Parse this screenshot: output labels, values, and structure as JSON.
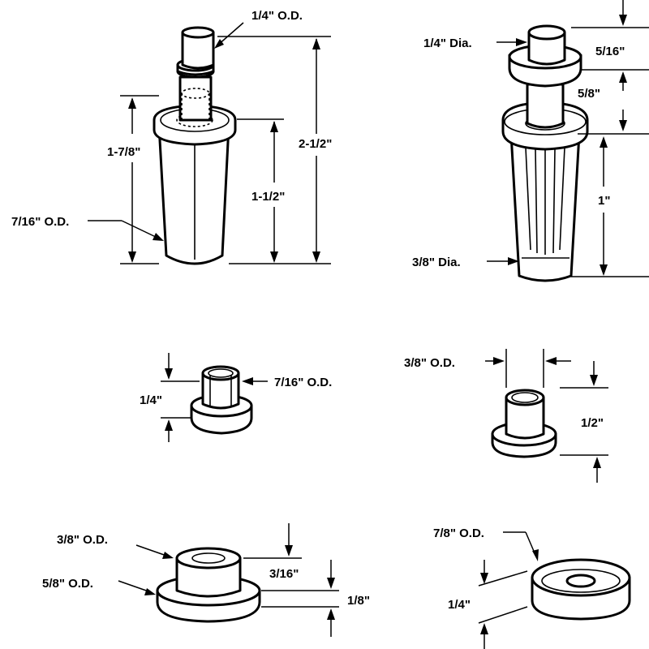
{
  "parts": {
    "pin_top_left": {
      "shaft_od": "1/4\" O.D.",
      "head_height": "1-7/8\"",
      "body_length": "1-1/2\"",
      "overall_length": "2-1/2\"",
      "body_od": "7/16\" O.D."
    },
    "pin_top_right": {
      "pin_dia": "1/4\" Dia.",
      "top_length": "5/16\"",
      "neck_length": "5/8\"",
      "body_length": "1\"",
      "body_dia": "3/8\" Dia."
    },
    "bushing_mid_left": {
      "outer_od": "7/16\" O.D.",
      "height": "1/4\""
    },
    "bushing_mid_right": {
      "outer_od": "3/8\" O.D.",
      "height": "1/2\""
    },
    "bushing_bottom_left": {
      "top_od": "3/8\" O.D.",
      "flange_od": "5/8\" O.D.",
      "top_height": "3/16\"",
      "flange_height": "1/8\""
    },
    "washer_bottom_right": {
      "outer_od": "7/8\" O.D.",
      "thickness": "1/4\""
    }
  }
}
